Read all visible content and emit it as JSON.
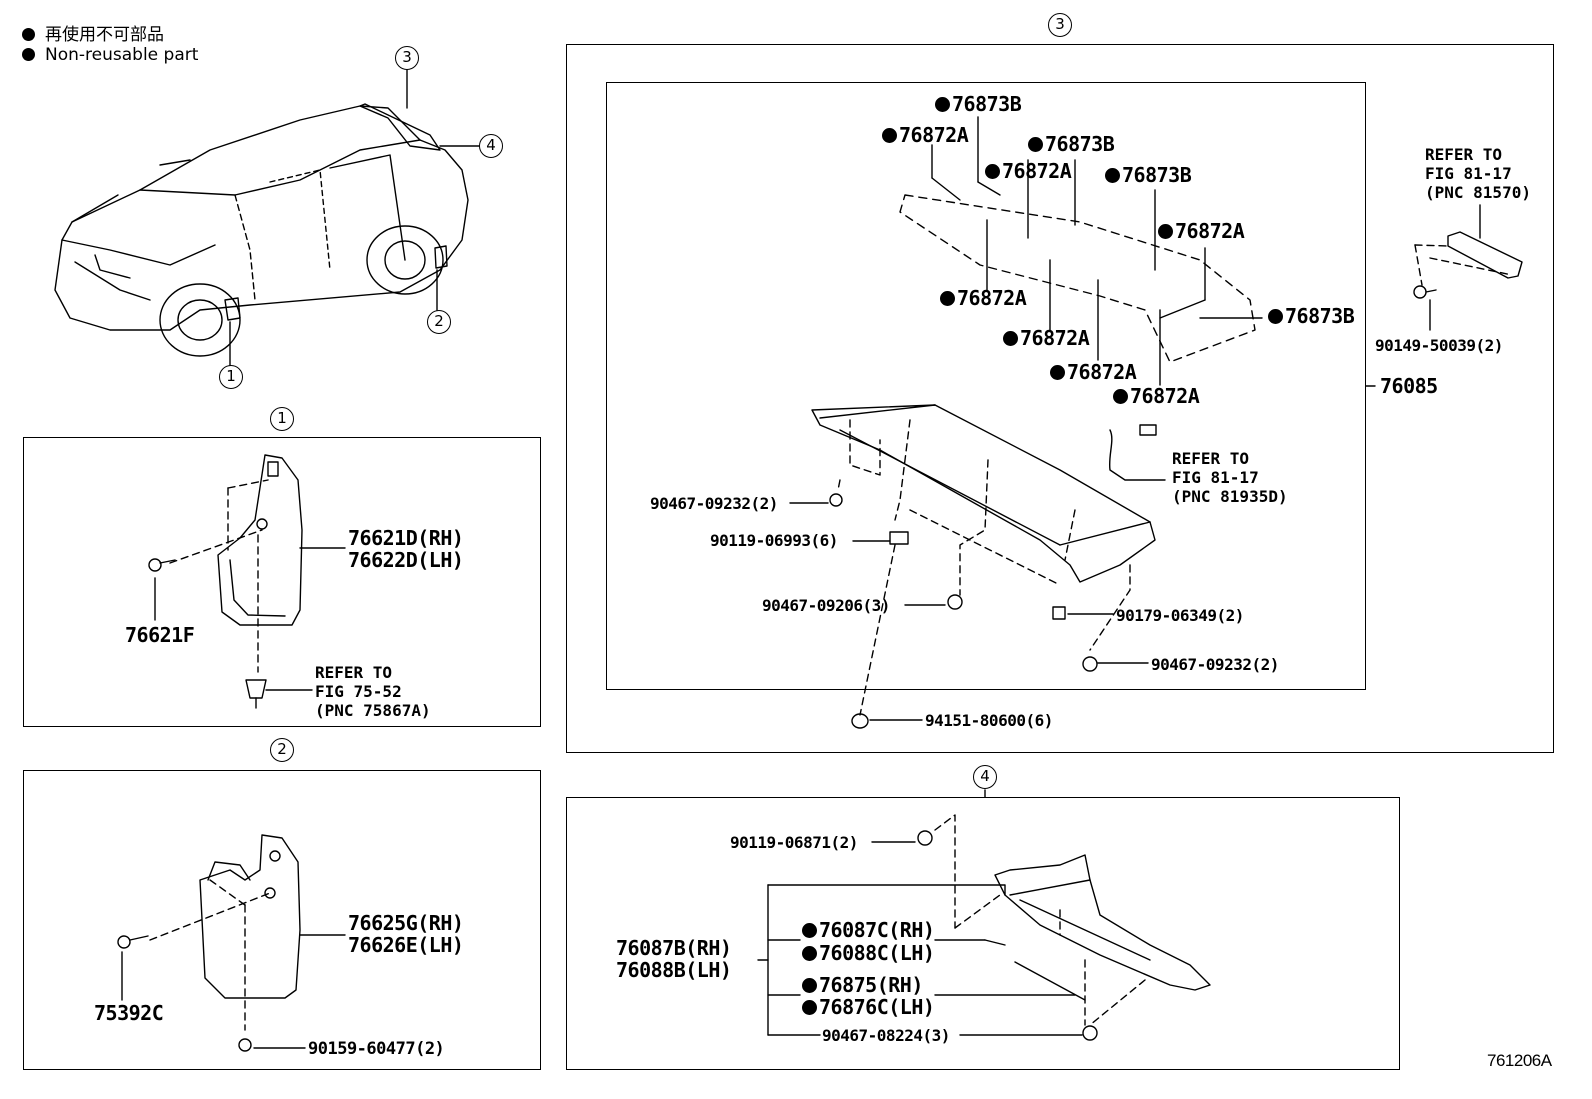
{
  "legend": {
    "jp": "再使用不可部品",
    "en": "Non-reusable part"
  },
  "callouts": {
    "c1": "1",
    "c2": "2",
    "c3": "3",
    "c4": "4"
  },
  "section1": {
    "mudguard": "76621D(RH)",
    "mudguard_lh": "76622D(LH)",
    "screw": "76621F",
    "refer": "REFER TO\nFIG 75-52\n(PNC 75867A)"
  },
  "section2": {
    "mudguard": "76625G(RH)",
    "mudguard_lh": "76626E(LH)",
    "screw": "75392C",
    "bolt": "90159-60477(2)"
  },
  "section3": {
    "tapes": [
      "76873B",
      "76872A",
      "76873B",
      "76872A",
      "76873B",
      "76872A",
      "76872A",
      "76872A",
      "76872A",
      "76872A",
      "76873B"
    ],
    "spoiler": "76085",
    "refer_top": "REFER TO\nFIG 81-17\n(PNC 81570)",
    "screw_right": "90149-50039(2)",
    "refer_wire": "REFER TO\nFIG 81-17\n(PNC 81935D)",
    "clip_a": "90467-09232(2)",
    "clip_b": "90119-06993(6)",
    "clip_c": "90467-09206(3)",
    "nut": "90179-06349(2)",
    "clip_d": "90467-09232(2)",
    "grommet": "94151-80600(6)"
  },
  "section4": {
    "screw": "90119-06871(2)",
    "spoiler_rh": "76087B(RH)",
    "spoiler_lh": "76088B(LH)",
    "tape1_rh": "76087C(RH)",
    "tape1_lh": "76088C(LH)",
    "tape2_rh": "76875(RH)",
    "tape2_lh": "76876C(LH)",
    "clip": "90467-08224(3)"
  },
  "figure_id": "761206A"
}
